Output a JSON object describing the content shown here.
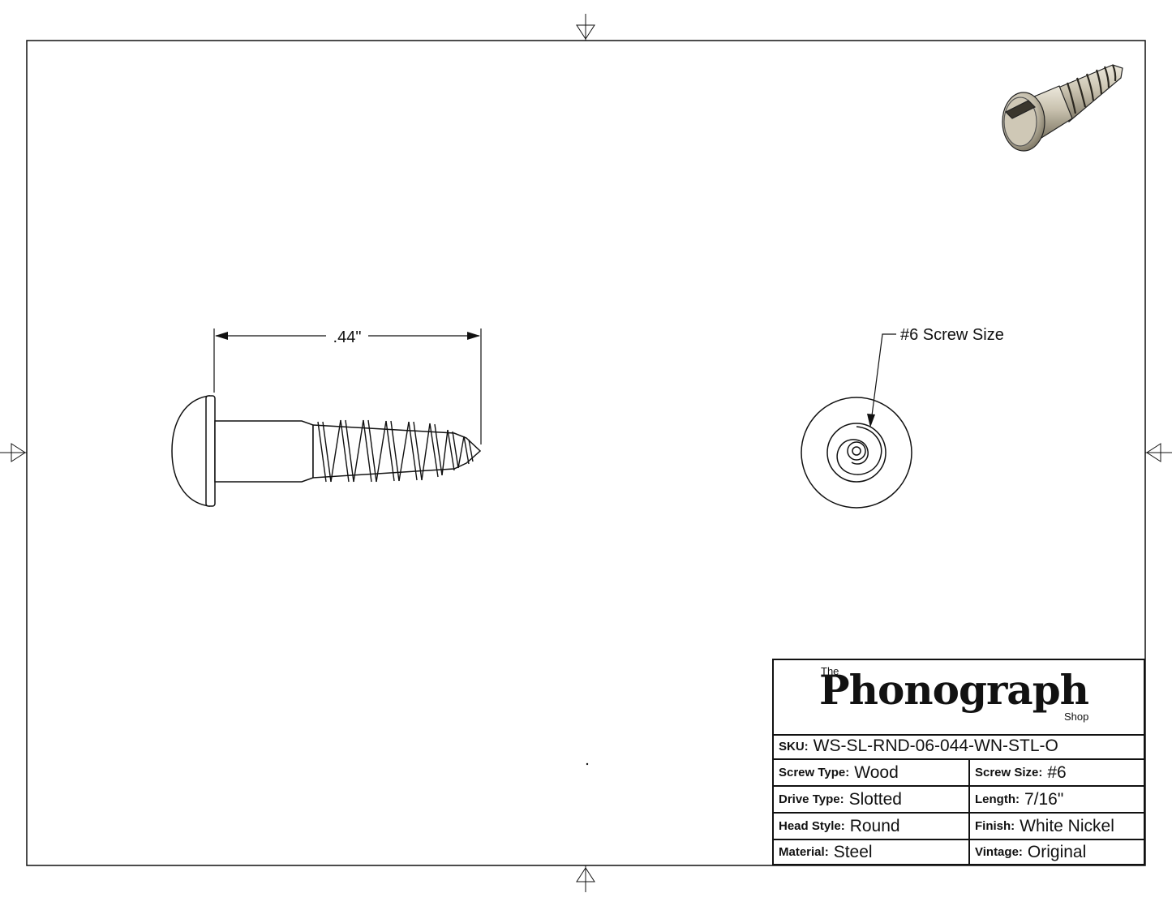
{
  "drawing": {
    "length_dimension": ".44\"",
    "size_callout": "#6 Screw Size"
  },
  "title_block": {
    "logo": {
      "prefix": "The",
      "name": "Phonograph",
      "suffix": "Shop"
    },
    "sku": {
      "label": "SKU:",
      "value": "WS-SL-RND-06-044-WN-STL-O"
    },
    "rows": [
      {
        "left_label": "Screw Type:",
        "left_value": "Wood",
        "right_label": "Screw Size:",
        "right_value": "#6"
      },
      {
        "left_label": "Drive Type:",
        "left_value": "Slotted",
        "right_label": "Length:",
        "right_value": "7/16\""
      },
      {
        "left_label": "Head Style:",
        "left_value": "Round",
        "right_label": "Finish:",
        "right_value": "White Nickel"
      },
      {
        "left_label": "Material:",
        "left_value": "Steel",
        "right_label": "Vintage:",
        "right_value": "Original"
      }
    ]
  },
  "colors": {
    "line": "#111111",
    "metal_light": "#d8d2c2",
    "metal_mid": "#b9b19e",
    "metal_dark": "#7d7563"
  }
}
